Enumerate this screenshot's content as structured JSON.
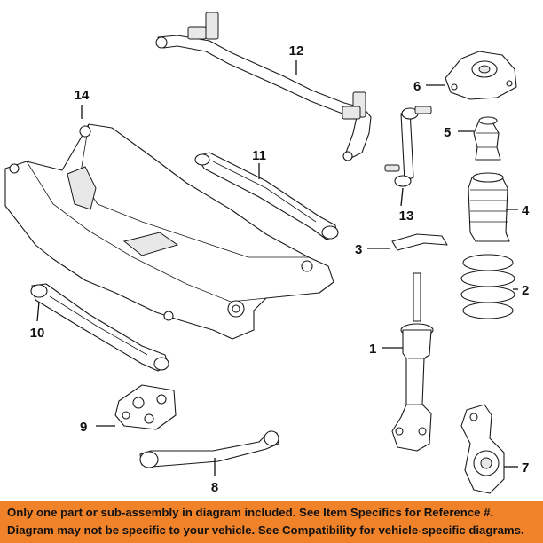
{
  "callouts": {
    "c1": "1",
    "c2": "2",
    "c3": "3",
    "c4": "4",
    "c5": "5",
    "c6": "6",
    "c7": "7",
    "c8": "8",
    "c9": "9",
    "c10": "10",
    "c11": "11",
    "c12": "12",
    "c13": "13",
    "c14": "14"
  },
  "footer": {
    "line1": "Only one part or sub-assembly in diagram included. See Item Specifics for Reference #.",
    "line2": "Diagram may not be specific to your vehicle. See Compatibility for vehicle-specific diagrams."
  },
  "colors": {
    "footer_bg": "#f0822a",
    "line_art": "#1a1a1a",
    "background": "#ffffff"
  }
}
